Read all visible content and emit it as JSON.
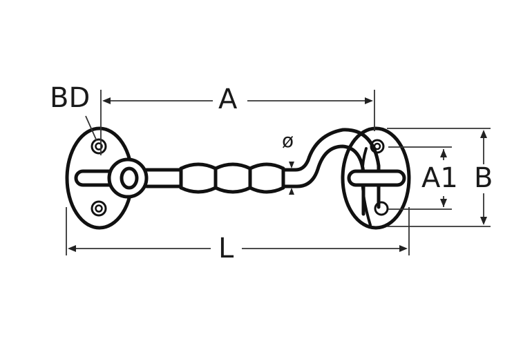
{
  "drawing": {
    "subject": "cabin hook with eye plates",
    "stroke_color": "#111111",
    "dim_line_color": "#333333",
    "background": "#ffffff"
  },
  "labels": {
    "bd": "BD",
    "a": "A",
    "diameter": "ø",
    "a1": "A1",
    "b": "B",
    "l": "L"
  }
}
